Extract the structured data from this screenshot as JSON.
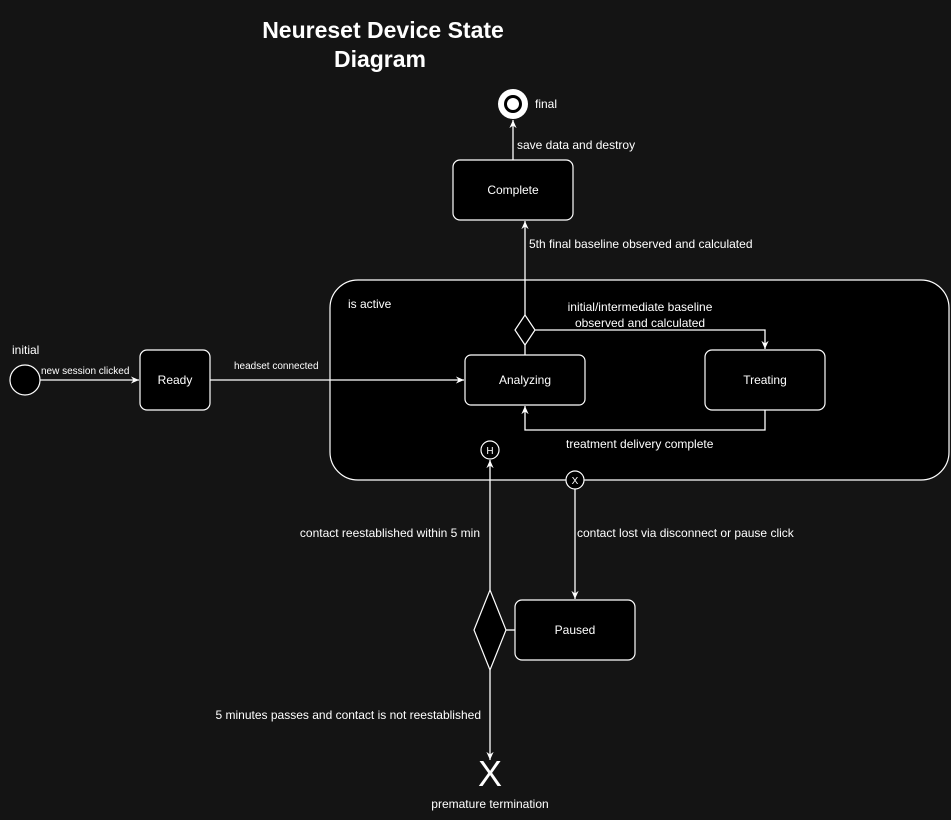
{
  "title_line1": "Neureset Device State",
  "title_line2": "Diagram",
  "states": {
    "ready": "Ready",
    "analyzing": "Analyzing",
    "treating": "Treating",
    "complete": "Complete",
    "paused": "Paused"
  },
  "composite_label": "is active",
  "pseudo": {
    "initial": "initial",
    "final": "final",
    "history": "H",
    "exit": "X",
    "terminate": "X",
    "terminate_label": "premature termination"
  },
  "transitions": {
    "new_session": "new session clicked",
    "headset": "headset connected",
    "baseline_line1": "initial/intermediate baseline",
    "baseline_line2": "observed and calculated",
    "final_baseline": "5th final baseline observed and calculated",
    "save": "save data and destroy",
    "treatment_done": "treatment delivery complete",
    "contact_lost": "contact lost via disconnect or pause click",
    "reestablished": "contact reestablished within 5 min",
    "timeout": "5 minutes passes and contact is not reestablished"
  }
}
